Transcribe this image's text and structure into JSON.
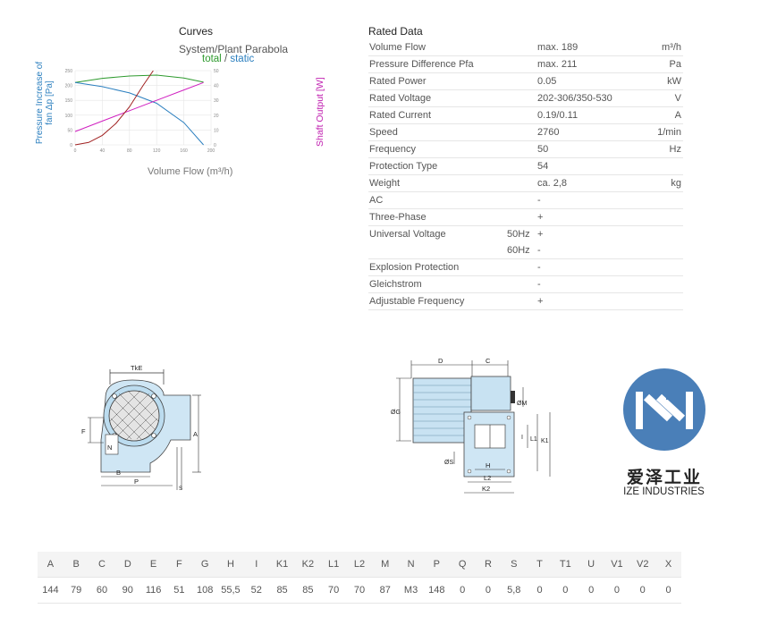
{
  "curves": {
    "title": "Curves",
    "subtitle": "System/Plant Parabola",
    "legend_total": "total",
    "legend_slash": "/",
    "legend_static": "static",
    "ylabel_left": "Pressure Increase of fan Δp [Pa]",
    "ylabel_right": "Shaft Output [W]",
    "xlabel": "Volume Flow (m³/h)",
    "colors": {
      "total": "#2e9a2e",
      "static": "#2b7fbf",
      "power": "#d020c0",
      "parabola": "#a02020"
    },
    "chart_data": {
      "type": "line",
      "x_ticks": [
        "0",
        "40",
        "80",
        "120",
        "160",
        "200"
      ],
      "y_left_ticks": [
        "0",
        "50",
        "100",
        "150",
        "200",
        "250"
      ],
      "y_right_ticks": [
        "0",
        "10",
        "20",
        "30",
        "40",
        "50"
      ],
      "xlim": [
        0,
        200
      ],
      "ylim_left": [
        0,
        250
      ],
      "ylim_right": [
        0,
        50
      ],
      "series": [
        {
          "key": "total",
          "axis": "left",
          "x": [
            0,
            40,
            80,
            120,
            160,
            189
          ],
          "y": [
            210,
            224,
            232,
            235,
            225,
            211
          ]
        },
        {
          "key": "static",
          "axis": "left",
          "x": [
            0,
            40,
            80,
            120,
            160,
            189
          ],
          "y": [
            210,
            196,
            175,
            140,
            75,
            0
          ]
        },
        {
          "key": "power",
          "axis": "right",
          "x": [
            0,
            40,
            80,
            120,
            160,
            189
          ],
          "y": [
            9,
            16,
            23,
            30,
            37,
            42
          ]
        },
        {
          "key": "parabola",
          "axis": "left",
          "x": [
            0,
            20,
            40,
            60,
            80,
            100,
            115
          ],
          "y": [
            0,
            8,
            32,
            72,
            128,
            200,
            250
          ]
        }
      ],
      "grid": true
    }
  },
  "rated": {
    "title": "Rated Data",
    "rows": [
      {
        "label": "Volume Flow",
        "value": "max. 189",
        "unit": "m³/h"
      },
      {
        "label": "Pressure Difference Pfa",
        "value": "max. 211",
        "unit": "Pa"
      },
      {
        "label": "Rated Power",
        "value": "0.05",
        "unit": "kW"
      },
      {
        "label": "Rated Voltage",
        "value": "202-306/350-530",
        "unit": "V"
      },
      {
        "label": "Rated Current",
        "value": "0.19/0.11",
        "unit": "A"
      },
      {
        "label": "Speed",
        "value": "2760",
        "unit": "1/min"
      },
      {
        "label": "Frequency",
        "value": "50",
        "unit": "Hz"
      },
      {
        "label": "Protection Type",
        "value": "54",
        "unit": ""
      },
      {
        "label": "Weight",
        "value": "ca. 2,8",
        "unit": "kg"
      },
      {
        "label": "AC",
        "value": "-",
        "unit": ""
      },
      {
        "label": "Three-Phase",
        "value": "+",
        "unit": ""
      }
    ],
    "universal": {
      "label": "Universal Voltage",
      "sub1": "50Hz",
      "val1": "+",
      "sub2": "60Hz",
      "val2": "-"
    },
    "rows2": [
      {
        "label": "Explosion Protection",
        "value": "-"
      },
      {
        "label": "Gleichstrom",
        "value": "-"
      },
      {
        "label": "Adjustable Frequency",
        "value": "+"
      }
    ]
  },
  "drawing_labels": {
    "front": {
      "tke": "TkE",
      "a": "A",
      "f": "F",
      "n": "N",
      "b": "B",
      "p": "P",
      "s": "S"
    },
    "side": {
      "d": "D",
      "c": "C",
      "g": "ØG",
      "m": "ØM",
      "i": "I",
      "l1": "L1",
      "k1": "K1",
      "s": "ØS",
      "h": "H",
      "l2": "L2",
      "k2": "K2"
    }
  },
  "logo": {
    "cn": "爱泽工业",
    "en": "IZE INDUSTRIES",
    "color": "#4a7fb8"
  },
  "dimensions": {
    "headers": [
      "A",
      "B",
      "C",
      "D",
      "E",
      "F",
      "G",
      "H",
      "I",
      "K1",
      "K2",
      "L1",
      "L2",
      "M",
      "N",
      "P",
      "Q",
      "R",
      "S",
      "T",
      "T1",
      "U",
      "V1",
      "V2",
      "X"
    ],
    "values": [
      "144",
      "79",
      "60",
      "90",
      "116",
      "51",
      "108",
      "55,5",
      "52",
      "85",
      "85",
      "70",
      "70",
      "87",
      "M3",
      "148",
      "0",
      "0",
      "5,8",
      "0",
      "0",
      "0",
      "0",
      "0",
      "0"
    ]
  }
}
